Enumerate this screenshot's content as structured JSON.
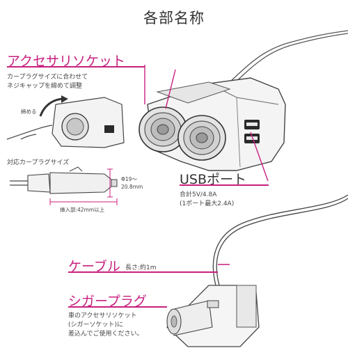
{
  "title": "各部名称",
  "accent_color": "#c81f7f",
  "socket": {
    "label": "アクセサリソケット",
    "desc_line1": "カープラグサイズに合わせて",
    "desc_line2": "ネジキャップを締めて調整",
    "tighten_label": "締める"
  },
  "plug_size": {
    "label": "対応カープラグサイズ",
    "diameter_line1": "Φ19～",
    "diameter_line2": "20.8mm",
    "insert_length": "挿入部:42mm以上"
  },
  "usb": {
    "label": "USBポート",
    "total_line1": "合計5V/4.8A",
    "total_line2": "(1ポート最大2.4A)"
  },
  "cable": {
    "label": "ケーブル",
    "length": "長さ:約1m"
  },
  "cigar_plug": {
    "label": "シガープラグ",
    "desc_line1": "車のアクセサリソケット",
    "desc_line2": "(シガーソケット)に",
    "desc_line3": "差込んでご使用ください。"
  }
}
